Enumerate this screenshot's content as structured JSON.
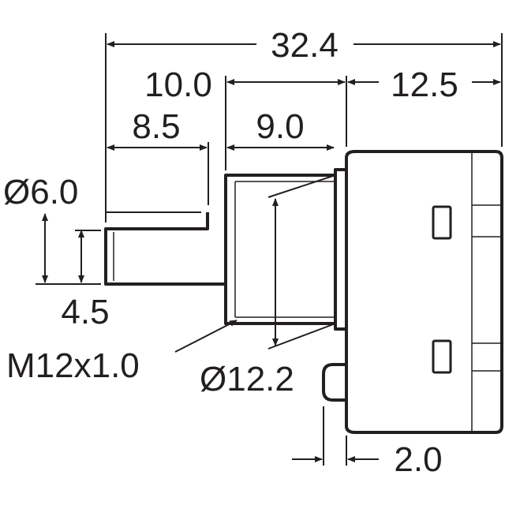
{
  "dimensions": {
    "overall_length": "32.4",
    "shaft_to_body": "10.0",
    "body_depth": "12.5",
    "shaft_length": "8.5",
    "thread_length": "9.0",
    "shaft_diameter": "Ø6.0",
    "flat_height": "4.5",
    "thread_spec": "M12x1.0",
    "bushing_diameter": "Ø12.2",
    "tab_offset": "2.0"
  }
}
